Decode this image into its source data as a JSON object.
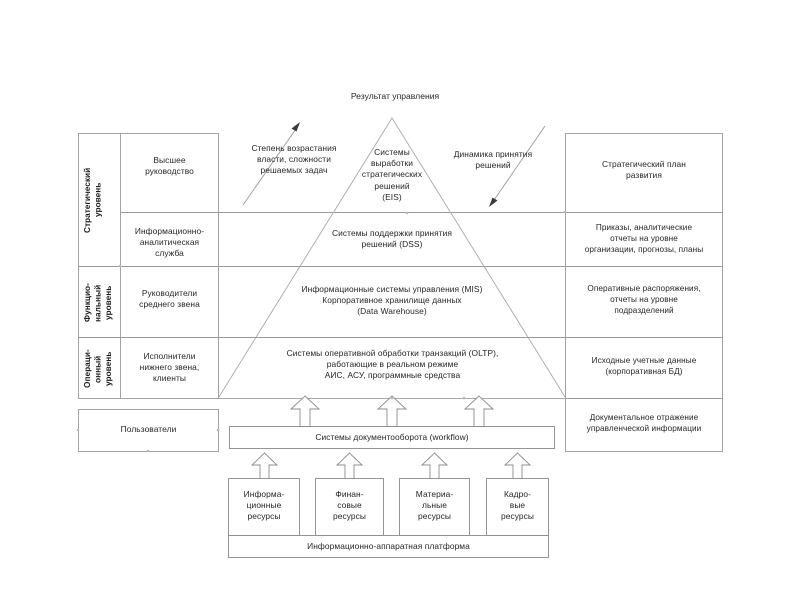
{
  "diagram": {
    "title": "Результат управления",
    "levels_column": [
      {
        "name": "level-strategic",
        "text": "Стратегический\nуровень"
      },
      {
        "name": "level-functional",
        "text": "Функцио-\nнальный  уровень"
      },
      {
        "name": "level-operational",
        "text": "Операци-\nонный  уровень"
      }
    ],
    "actors_column": [
      {
        "name": "actor-top-management",
        "text": "Высшее\nруководство"
      },
      {
        "name": "actor-analytic-service",
        "text": "Информационно-\nаналитическая\nслужба"
      },
      {
        "name": "actor-middle-managers",
        "text": "Руководители\nсреднего звена"
      },
      {
        "name": "actor-lower-performers",
        "text": "Исполнители\nнижнего звена,\nклиенты"
      },
      {
        "name": "actor-users",
        "text": "Пользователи"
      }
    ],
    "pyramid_layers": [
      {
        "name": "layer-eis",
        "text": "Системы\nвыработки\nстратегических\nрешений\n(EIS)"
      },
      {
        "name": "layer-dss",
        "text": "Системы поддержки принятия\nрешений (DSS)"
      },
      {
        "name": "layer-mis",
        "text": "Информационные системы управления (MIS)\nКорпоративное хранилище данных\n(Data Warehouse)"
      },
      {
        "name": "layer-oltp",
        "text": "Системы оперативной обработки транзакций (OLTP),\nработающие в реальном режиме\nАИС, АСУ, программные средства"
      }
    ],
    "side_annotations": {
      "left": "Степень возрастания\nвласти, сложности\nрешаемых задач",
      "right": "Динамика принятия\nрешений"
    },
    "outputs_column": [
      {
        "name": "output-strategic-plan",
        "text": "Стратегический план\nразвития"
      },
      {
        "name": "output-orders-reports",
        "text": "Приказы, аналитические\nотчеты на уровне\nорганизации, прогнозы, планы"
      },
      {
        "name": "output-operative-orders",
        "text": "Оперативные распоряжения,\nотчеты на уровне\nподразделений"
      },
      {
        "name": "output-source-data",
        "text": "Исходные учетные данные\n(корпоративная БД)"
      },
      {
        "name": "output-document-reflection",
        "text": "Документальное отражение\nуправленческой информации"
      }
    ],
    "workflow_bar": "Системы документооборота (workflow)",
    "resources": [
      {
        "name": "resource-information",
        "text": "Информа-\nционные\nресурсы"
      },
      {
        "name": "resource-financial",
        "text": "Финан-\nсовые\nресурсы"
      },
      {
        "name": "resource-material",
        "text": "Материа-\nльные\nресурсы"
      },
      {
        "name": "resource-personnel",
        "text": "Кадро-\nвые\nресурсы"
      }
    ],
    "platform_bar": "Информационно-аппаратная платформа",
    "colors": {
      "line": "#9a9a9a",
      "text": "#262626",
      "background": "#ffffff"
    }
  }
}
